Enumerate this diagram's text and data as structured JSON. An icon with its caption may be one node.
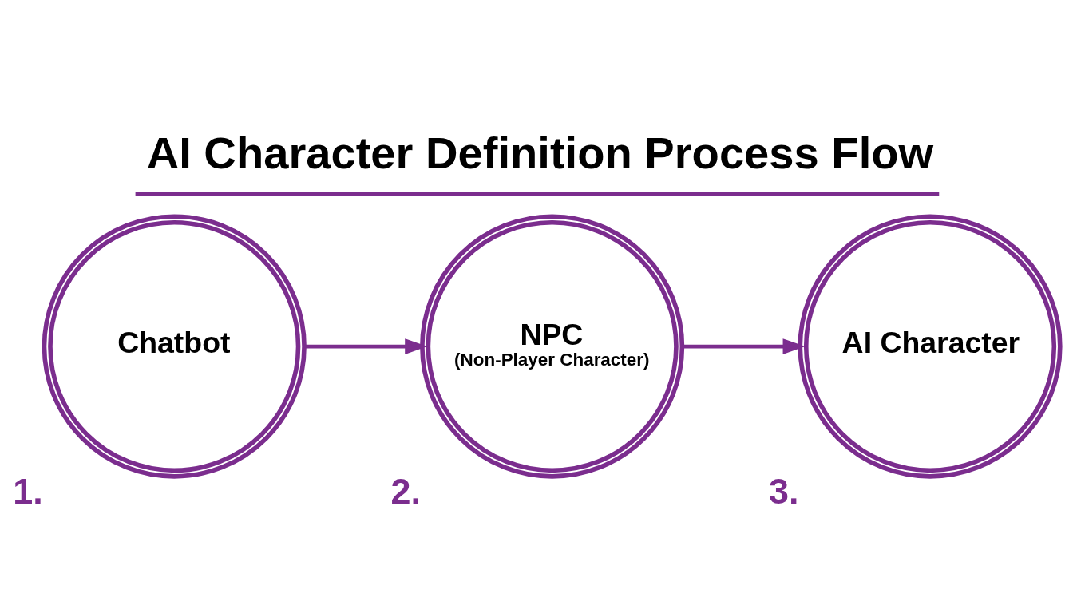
{
  "diagram": {
    "title": "AI Character Definition Process Flow",
    "nodes": [
      {
        "text": [
          "Chatbot"
        ],
        "beside": [
          "1."
        ]
      },
      {
        "text": [
          "NPC",
          "(Non-Player Character)"
        ],
        "beside": [
          "2."
        ]
      },
      {
        "text": [
          "AI Character"
        ],
        "beside": [
          "3."
        ]
      }
    ],
    "edges": [
      {
        "from": 0,
        "to": 1,
        "arrow": "to"
      },
      {
        "from": 1,
        "to": 2,
        "arrow": "to"
      }
    ]
  }
}
